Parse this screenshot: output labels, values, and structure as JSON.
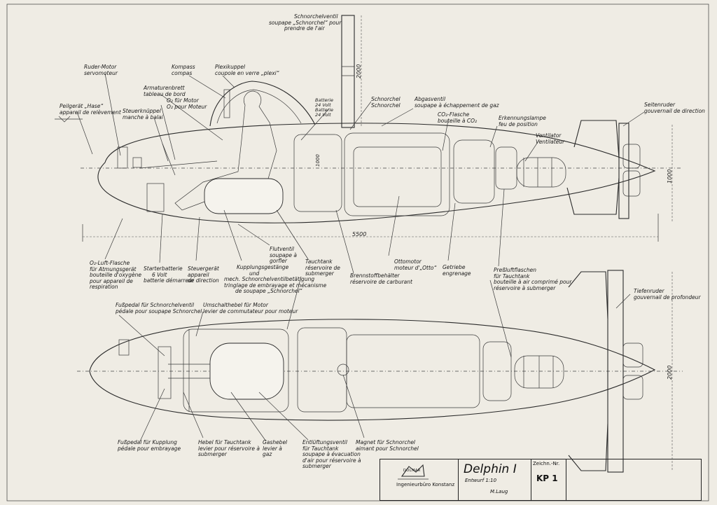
{
  "drawing": {
    "dimensions": {
      "top_length": "5500",
      "top_height": "1000",
      "snorkel_height": "2000",
      "bottom_width": "2000",
      "hatch_dim": "1000"
    },
    "labels": {
      "ruder_motor": {
        "de": "Ruder-Motor",
        "fr": "servomoteur"
      },
      "kompass": {
        "de": "Kompass",
        "fr": "compas"
      },
      "plexikuppel": {
        "de": "Plexikuppel",
        "fr": "coupole en verre „plexi“"
      },
      "schnorchelventil": {
        "de": "Schnorchelventil",
        "fr": "soupape „Schnorchel“ pour",
        "fr2": "prendre de l'air"
      },
      "armaturenbrett": {
        "de": "Armaturenbrett",
        "fr": "tableau de bord"
      },
      "peilgeraet": {
        "de": "Peilgerät „Hase“",
        "fr": "appareil de relèvement"
      },
      "steuerknueppel": {
        "de": "Steuerknüppel",
        "fr": "manche à balai"
      },
      "o2_motor": {
        "de": "O₂ für Motor",
        "fr": "O₂ pour Moteur"
      },
      "batterie": {
        "de": "Batterie",
        "l2": "24 Volt",
        "l3": "Batterie",
        "l4": "24 Volt"
      },
      "schnorchel": {
        "de": "Schnorchel",
        "fr": "Schnorchel"
      },
      "abgasventil": {
        "de": "Abgasventil",
        "fr": "soupape à échappement de gaz"
      },
      "co2_flasche": {
        "de": "CO₂-Flasche",
        "fr": "bouteille à CO₂"
      },
      "erkennungslampe": {
        "de": "Erkennungslampe",
        "fr": "feu de position"
      },
      "ventilator": {
        "de": "Ventilator",
        "fr": "Ventilateur"
      },
      "seitenruder": {
        "de": "Seitenruder",
        "fr": "gouvernail de direction"
      },
      "o2_luft": {
        "de": "O₂-Luft-Flasche",
        "l2": "für Atmungsgerät",
        "l3": "bouteille d'oxygène",
        "l4": "pour appareil de",
        "l5": "respiration"
      },
      "starterbatterie": {
        "de": "Starterbatterie",
        "l2": "6 Volt",
        "fr": "batterie démarreur"
      },
      "steuergeraet": {
        "de": "Steuergerät",
        "l2": "appareil",
        "l3": "de direction"
      },
      "kupplung_gestaenge": {
        "de": "Kupplungsgestänge",
        "l2": "und",
        "l3": "mech. Schnorchelventilbetätigung",
        "l4": "tringlage de embrayage et mécanisme",
        "l5": "de soupape „Schnorchel“"
      },
      "flutventil": {
        "de": "Flutventil",
        "fr": "soupape à",
        "fr2": "gorfler"
      },
      "tauchtank": {
        "de": "Tauchtank",
        "fr": "réservoire de",
        "fr2": "submerger"
      },
      "brennstoff": {
        "de": "Brennstoffbehälter",
        "fr": "réservoire de carburant"
      },
      "ottomotor": {
        "de": "Ottomotor",
        "fr": "moteur d'„Otto“"
      },
      "getriebe": {
        "de": "Getriebe",
        "fr": "engrenage"
      },
      "pressluft": {
        "de": "Preßluftflaschen",
        "l2": "für Tauchtank",
        "l3": "bouteille à air comprimé pour",
        "l4": "réservoire à submerger"
      },
      "tiefenruder": {
        "de": "Tiefenruder",
        "fr": "gouvernail de profondeur"
      },
      "fusspedal_schnorchel": {
        "de": "Fußpedal für Schnorchelventil",
        "fr": "pédale pour soupape Schnorchel"
      },
      "umschalthebel": {
        "de": "Umschalthebel für Motor",
        "fr": "levier de commutateur pour moteur"
      },
      "fusspedal_kupplung": {
        "de": "Fußpedal für Kupplung",
        "fr": "pédale pour embrayage"
      },
      "hebel_tauchtank": {
        "de": "Hebel für Tauchtank",
        "l2": "levier pour réservoire à",
        "l3": "submerger"
      },
      "gashebel": {
        "de": "Gashebel",
        "l2": "levier à",
        "l3": "gaz"
      },
      "entlueftung": {
        "de": "Entlüftungsventil",
        "l2": "für Tauchtank",
        "l3": "soupape à évacuation",
        "l4": "d'air pour réservoire à",
        "l5": "submerger"
      },
      "magnet": {
        "de": "Magnet für Schnorchel",
        "fr": "aimant pour Schnorchel"
      }
    }
  },
  "title_block": {
    "company": "Ingenieurbüro Konstanz",
    "logo_text": "DOLMAR",
    "title": "Delphin I",
    "subtitle": "Entwurf 1:10",
    "drawing_no_label": "Zeichn.-Nr.",
    "drawing_no": "KP 1",
    "signature": "M.Laug"
  }
}
